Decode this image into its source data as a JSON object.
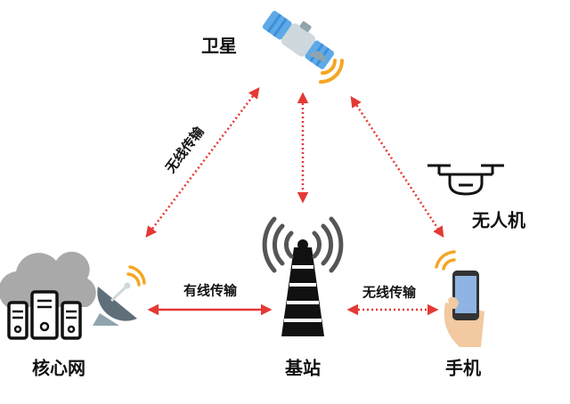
{
  "nodes": {
    "satellite": "卫星",
    "drone": "无人机",
    "core_network": "核心网",
    "base_station": "基站",
    "phone": "手机"
  },
  "links": {
    "core_to_satellite": "无线传输",
    "core_to_base": "有线传输",
    "base_to_phone": "无线传输"
  },
  "colors": {
    "arrow": "#e53935",
    "signal": "#f5a623",
    "panel": "#5da9e9",
    "body": "#cfd8dc",
    "dark": "#111111"
  }
}
